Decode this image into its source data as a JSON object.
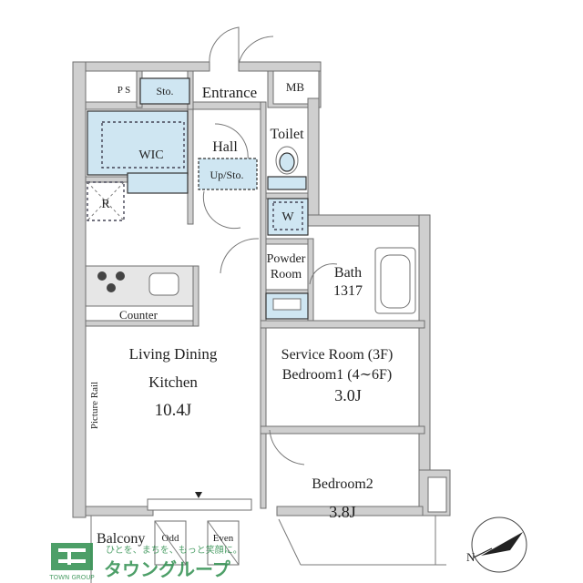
{
  "rooms": {
    "ps": "P S",
    "sto": "Sto.",
    "entrance": "Entrance",
    "mb": "MB",
    "wic": "WIC",
    "hall": "Hall",
    "up_sto": "Up/Sto.",
    "toilet": "Toilet",
    "r": "R",
    "w": "W",
    "powder_room_line1": "Powder",
    "powder_room_line2": "Room",
    "bath": "Bath",
    "bath_size": "1317",
    "counter": "Counter",
    "ldk_line1": "Living Dining",
    "ldk_line2": "Kitchen",
    "ldk_size": "10.4J",
    "service_line1": "Service Room (3F)",
    "service_line2": "Bedroom1 (4∼6F)",
    "service_size": "3.0J",
    "picture_rail": "Picture Rail",
    "bedroom2": "Bedroom2",
    "bedroom2_size": "3.8J",
    "balcony": "Balcony",
    "odd": "Odd",
    "even": "Even"
  },
  "compass": {
    "north": "N"
  },
  "logo": {
    "tagline": "ひとを、まちを、もっと笑顔に。",
    "company_jp": "タウングループ",
    "company_en": "TOWN GROUP"
  },
  "colors": {
    "fixture_fill": "#cfe6f2",
    "wall_fill": "#cfcfcf",
    "logo_green": "#2f8f4e"
  }
}
